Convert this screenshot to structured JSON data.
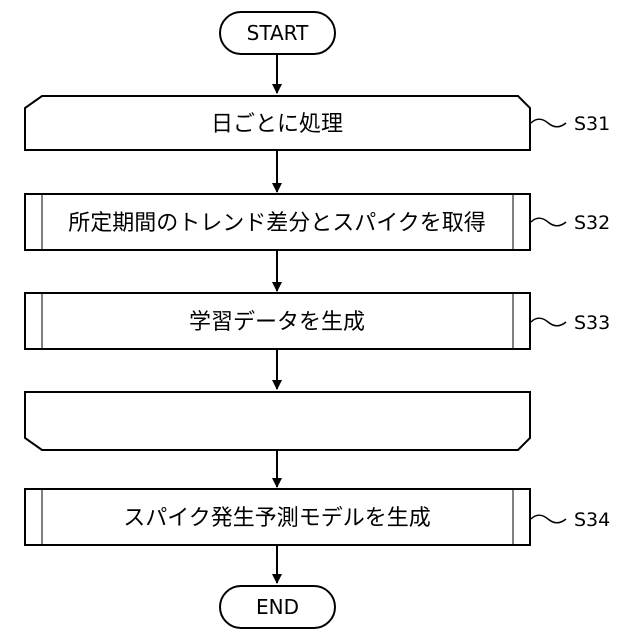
{
  "flowchart": {
    "start": "START",
    "end": "END",
    "steps": [
      {
        "label": "日ごとに処理",
        "id": "S31"
      },
      {
        "label": "所定期間のトレンド差分とスパイクを取得",
        "id": "S32"
      },
      {
        "label": "学習データを生成",
        "id": "S33"
      },
      {
        "label": "",
        "id": ""
      },
      {
        "label": "スパイク発生予測モデルを生成",
        "id": "S34"
      }
    ]
  }
}
